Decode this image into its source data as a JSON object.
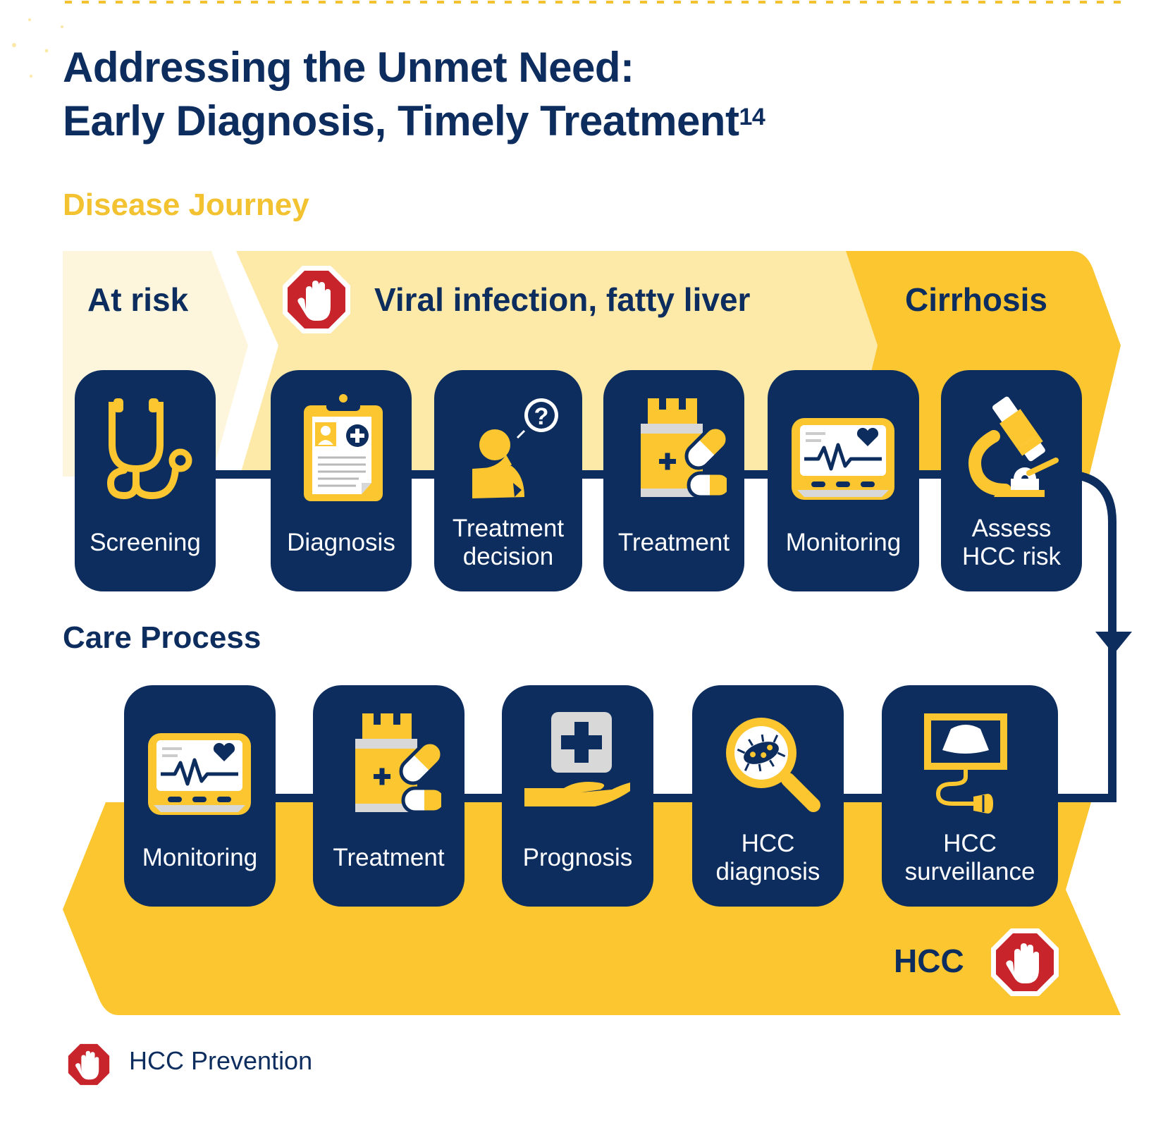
{
  "title_line1": "Addressing the Unmet Need:",
  "title_line2": "Early Diagnosis, Timely Treatment",
  "title_sup": "14",
  "disease_journey_label": "Disease Journey",
  "care_process_label": "Care Process",
  "stages": {
    "at_risk": "At risk",
    "viral": "Viral infection, fatty liver",
    "cirrhosis": "Cirrhosis",
    "hcc": "HCC"
  },
  "top_steps": [
    {
      "label": "Screening",
      "icon": "stethoscope-icon"
    },
    {
      "label": "Diagnosis",
      "icon": "clipboard-icon"
    },
    {
      "label": "Treatment\ndecision",
      "icon": "person-question-icon"
    },
    {
      "label": "Treatment",
      "icon": "medication-icon"
    },
    {
      "label": "Monitoring",
      "icon": "heart-monitor-icon"
    },
    {
      "label": "Assess\nHCC risk",
      "icon": "microscope-icon"
    }
  ],
  "bottom_steps": [
    {
      "label": "Monitoring",
      "icon": "heart-monitor-icon"
    },
    {
      "label": "Treatment",
      "icon": "medication-icon"
    },
    {
      "label": "Prognosis",
      "icon": "hand-cross-icon"
    },
    {
      "label": "HCC\ndiagnosis",
      "icon": "magnifier-cell-icon"
    },
    {
      "label": "HCC\nsurveillance",
      "icon": "ultrasound-icon"
    }
  ],
  "legend_label": "HCC Prevention",
  "colors": {
    "navy": "#0d2d5e",
    "yellow": "#fbc62f",
    "light_yellow": "#fde9a8",
    "pale_yellow": "#fef6dc",
    "red": "#c8242b"
  }
}
